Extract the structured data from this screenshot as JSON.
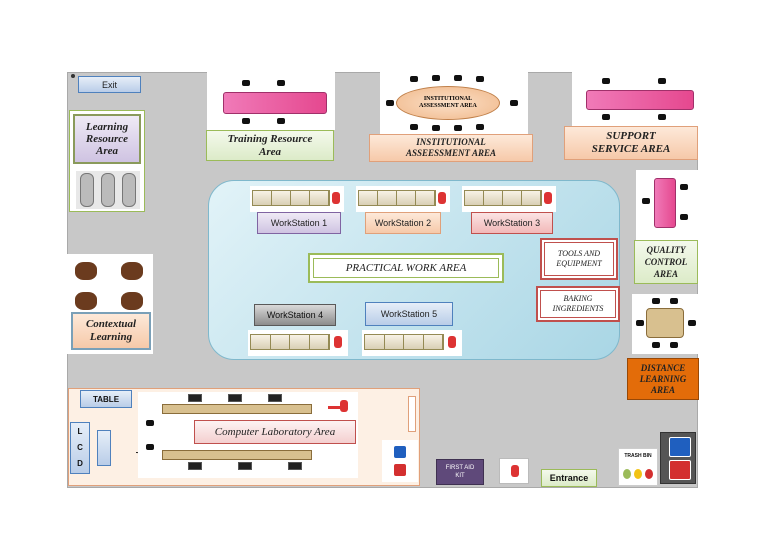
{
  "labels": {
    "exit": "Exit",
    "learning_resource": "Learning Resource Area",
    "training_resource": "Training Resource Area",
    "institutional_assessment": "INSTITUTIONAL ASSEESSMENT AREA",
    "institutional_assessment_table": "INSTITUTIONAL ASSESSMENT AREA",
    "support_service": "SUPPORT SERVICE AREA",
    "quality_control": "QUALITY CONTROL AREA",
    "contextual_learning": "Contextual Learning",
    "practical_work": "PRACTICAL WORK AREA",
    "tools_equipment": "TOOLS AND EQUIPMENT",
    "baking_ingredients": "BAKING INGREDIENTS",
    "distance_learning": "DISTANCE LEARNING AREA",
    "table": "TABLE",
    "lcd": "L C D",
    "computer_lab": "Computer Laboratory Area",
    "first_aid": "FIRST AID KIT",
    "entrance": "Entrance",
    "trash_bin": "TRASH BIN"
  },
  "workstations": [
    "WorkStation 1",
    "WorkStation 2",
    "WorkStation 3",
    "WorkStation 4",
    "WorkStation 5"
  ],
  "icons": [
    "fire-extinguisher-icon",
    "restroom-icon",
    "trash-bin-icon",
    "computer-monitor-icon",
    "chair-icon"
  ],
  "colors": {
    "floor": "#c8c8c8",
    "practical_area": "#bfe3ee",
    "peach_label": "#f6c9a9",
    "green_label": "#dcebc8",
    "lavender_label": "#cfc3e2",
    "distance_learning": "#e36c09",
    "first_aid": "#5f497a",
    "meeting_table": "#e5488f"
  }
}
